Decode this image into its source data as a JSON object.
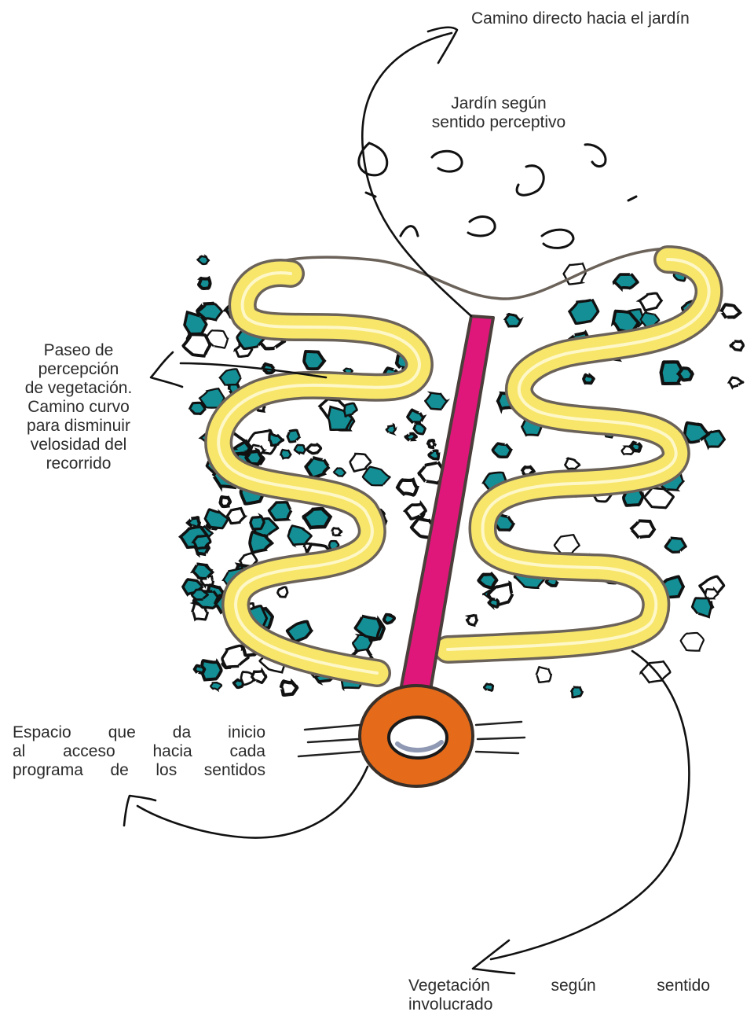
{
  "labels": {
    "direct_path": "Camino directo hacia el jardín",
    "garden": [
      "Jardín según",
      "sentido perceptivo"
    ],
    "walk": [
      "Paseo de",
      "percepción",
      "de vegetación.",
      "Camino curvo",
      "para disminuir",
      "velosidad del",
      "recorrido"
    ],
    "start_space": [
      "Espacio que da inicio",
      "al acceso hacia cada",
      "programa de los sentidos"
    ],
    "vegetation": [
      "Vegetación según sentido",
      "involucrado"
    ]
  },
  "colors": {
    "winding_path": "#f7e66a",
    "central_path": "#e0177a",
    "start_node": "#e56b1a",
    "vegetation": "#138f95",
    "outline": "#6b6259",
    "ink": "#111111"
  }
}
